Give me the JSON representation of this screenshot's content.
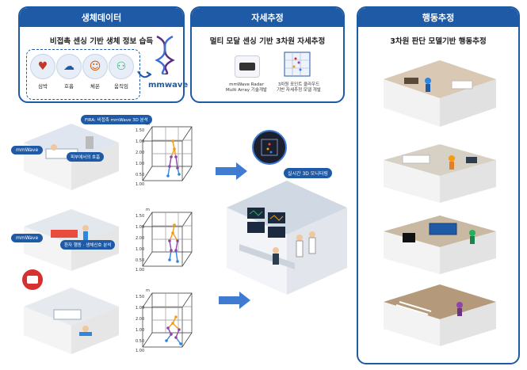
{
  "panels": {
    "bio": {
      "title": "생체데이터",
      "subtitle": "비접촉 센싱 기반 생체 정보 습득",
      "icons": [
        {
          "label": "심박",
          "icon": "heartbeat-icon"
        },
        {
          "label": "호흡",
          "icon": "breathing-icon"
        },
        {
          "label": "체온",
          "icon": "temperature-icon"
        },
        {
          "label": "움직임",
          "icon": "motion-icon"
        }
      ],
      "brand": "mmwave"
    },
    "posture": {
      "title": "자세추정",
      "subtitle": "멀티 모달 센싱 기반 3차원 자세추정",
      "item1": "mmWave Radar\nMulti Array 기술개발",
      "item2": "3차원 포인트 클라우드\n기반 자세추정 모델 개발"
    },
    "behavior": {
      "title": "행동추정",
      "subtitle": "3차원 판단 모델기반 행동추정"
    }
  },
  "middle": {
    "analysis_tag": "FIRA: 비접촉 mmWave 3D 분석",
    "monitor_tag": "실시간 3D 모니터링",
    "scenes": [
      {
        "sensor": "mmWave",
        "caption": "피부에서의 호흡"
      },
      {
        "sensor": "mmWave",
        "caption": "환자 행동 · 생체신호 분석"
      },
      {
        "sensor": "",
        "caption": ""
      }
    ],
    "plot_axis_unit": "m",
    "plot_ticks": [
      "1.50",
      "1.00",
      "2.00",
      "1.00",
      "0.50",
      "1.00"
    ]
  },
  "colors": {
    "accent": "#1f5aa6",
    "skeleton_orange": "#f39c12",
    "skeleton_purple": "#8e44ad",
    "skeleton_blue": "#2e86de"
  }
}
